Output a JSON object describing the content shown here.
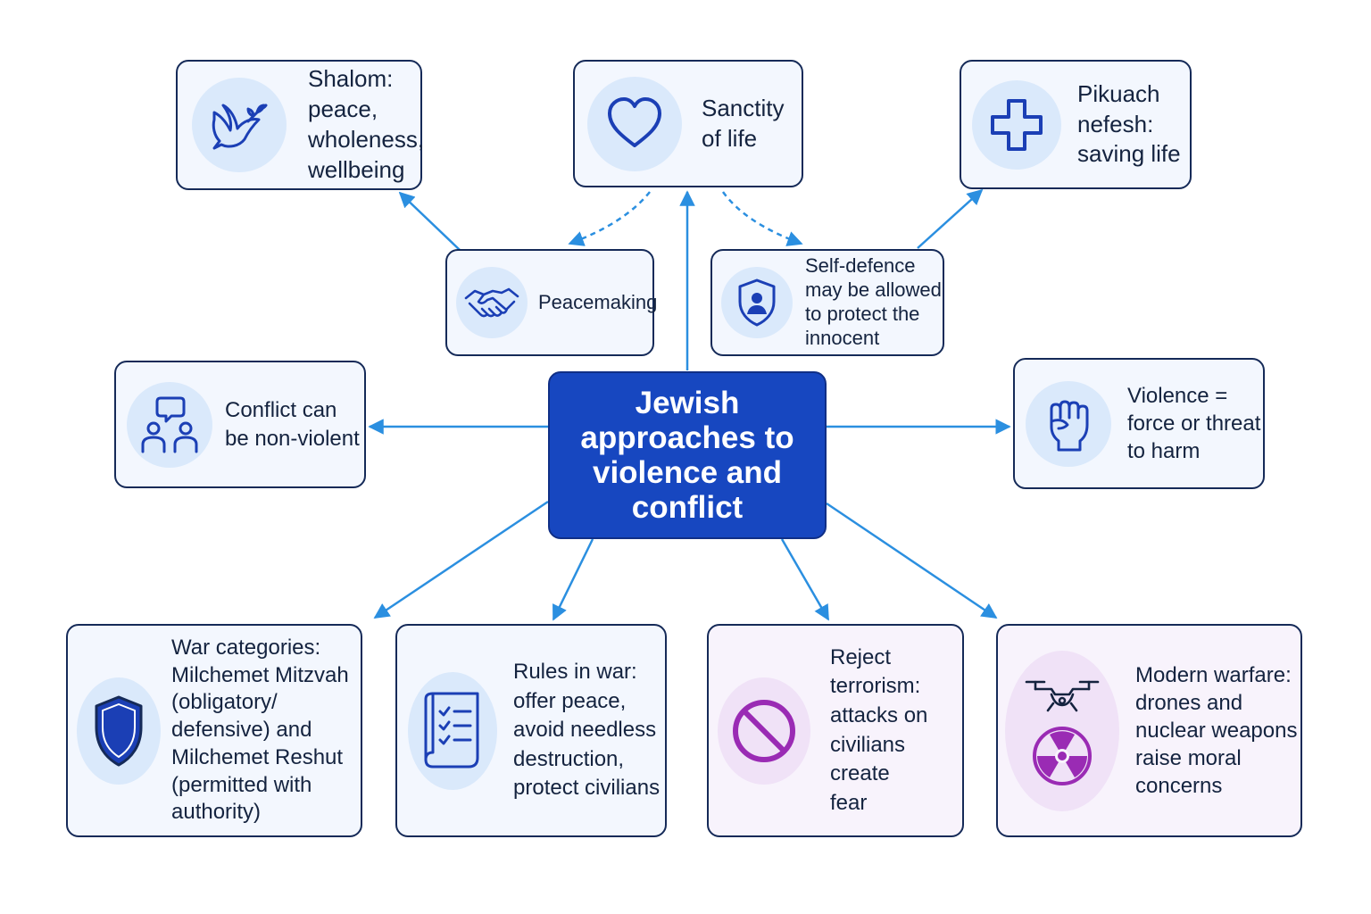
{
  "title": "Jewish approaches to violence and conflict",
  "nodes": {
    "shalom": {
      "label": "Shalom:\npeace,\nwholeness,\nwellbeing",
      "icon": "dove-icon"
    },
    "sanctity": {
      "label": "Sanctity\nof life",
      "icon": "heart-icon"
    },
    "pikuach": {
      "label": "Pikuach\nnefesh:\nsaving life",
      "icon": "cross-icon"
    },
    "peacemaking": {
      "label": "Peacemaking",
      "icon": "handshake-icon"
    },
    "self_defence": {
      "label": "Self-defence\nmay be allowed\nto protect the\ninnocent",
      "icon": "shield-person-icon"
    },
    "non_violent": {
      "label": "Conflict can\nbe non-violent",
      "icon": "people-speech-icon"
    },
    "violence": {
      "label": "Violence =\nforce or threat\nto harm",
      "icon": "fist-icon"
    },
    "war_categories": {
      "label": "War categories:\nMilchemet Mitzvah\n(obligatory/\ndefensive) and\nMilchemet Reshut\n(permitted with\nauthority)",
      "icon": "shield-icon"
    },
    "rules_war": {
      "label": "Rules in war:\noffer peace,\navoid needless\ndestruction,\nprotect civilians",
      "icon": "checklist-icon"
    },
    "terrorism": {
      "label": "Reject\nterrorism:\nattacks on\ncivilians create\nfear",
      "icon": "prohibited-icon"
    },
    "modern": {
      "label": "Modern warfare:\ndrones and\nnuclear weapons\nraise moral\nconcerns",
      "icon": "drone-nuclear-icon"
    }
  },
  "colors": {
    "accent": "#1747c0",
    "arrow": "#2b8fe0",
    "border": "#152a58",
    "icon_blue": "#1b3fb5",
    "icon_purple": "#9a2bb4"
  }
}
